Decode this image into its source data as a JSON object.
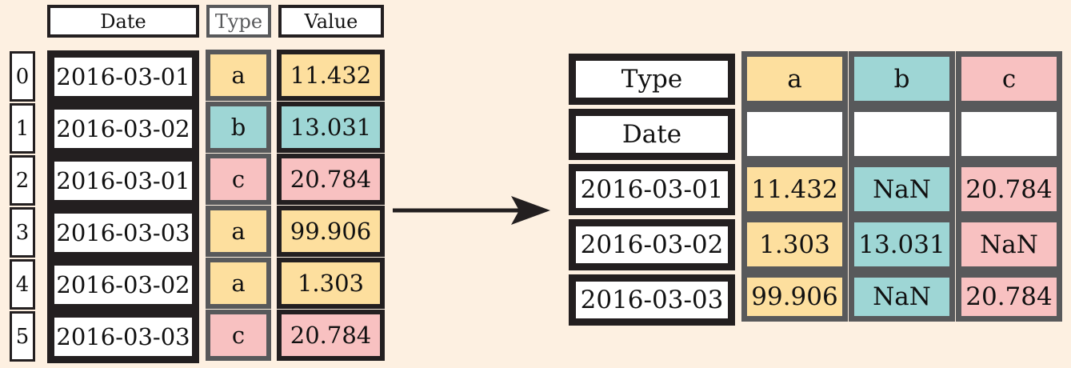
{
  "source_table": {
    "headers": {
      "date": "Date",
      "type": "Type",
      "value": "Value"
    },
    "rows": [
      {
        "index": "0",
        "date": "2016-03-01",
        "type": "a",
        "value": "11.432"
      },
      {
        "index": "1",
        "date": "2016-03-02",
        "type": "b",
        "value": "13.031"
      },
      {
        "index": "2",
        "date": "2016-03-01",
        "type": "c",
        "value": "20.784"
      },
      {
        "index": "3",
        "date": "2016-03-03",
        "type": "a",
        "value": "99.906"
      },
      {
        "index": "4",
        "date": "2016-03-02",
        "type": "a",
        "value": "1.303"
      },
      {
        "index": "5",
        "date": "2016-03-03",
        "type": "c",
        "value": "20.784"
      }
    ]
  },
  "pivot_table": {
    "columns_label": "Type",
    "index_label": "Date",
    "columns": [
      "a",
      "b",
      "c"
    ],
    "rows": [
      {
        "date": "2016-03-01",
        "values": [
          "11.432",
          "NaN",
          "20.784"
        ]
      },
      {
        "date": "2016-03-02",
        "values": [
          "1.303",
          "13.031",
          "NaN"
        ]
      },
      {
        "date": "2016-03-03",
        "values": [
          "99.906",
          "NaN",
          "20.784"
        ]
      }
    ]
  },
  "colors": {
    "background": "#fdf0e1",
    "type_a": "#fddf9e",
    "type_b": "#9ed6d5",
    "type_c": "#f8c1c1",
    "border_dark": "#231f20",
    "border_gray": "#58595b"
  }
}
